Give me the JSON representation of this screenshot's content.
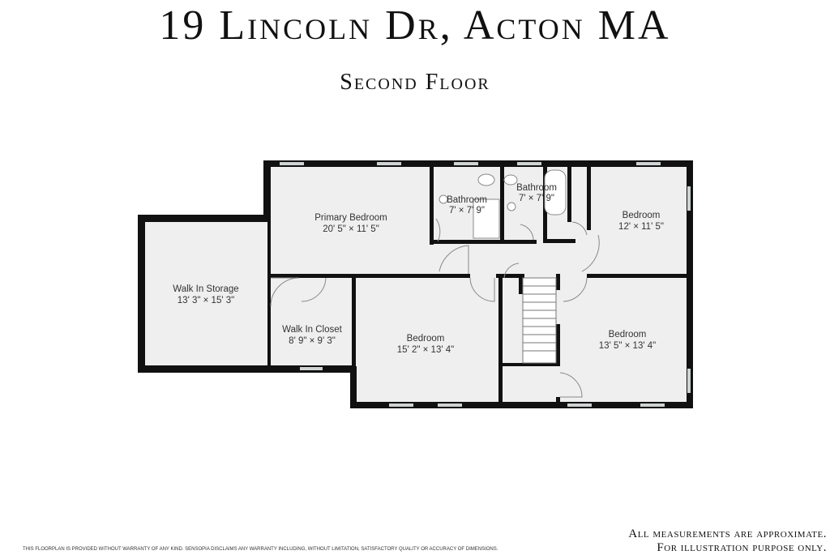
{
  "header": {
    "title": "19 Lincoln Dr, Acton MA",
    "subtitle": "Second Floor"
  },
  "rooms": [
    {
      "name": "Walk In Storage",
      "dims": "13' 3\" × 15' 3\""
    },
    {
      "name": "Primary Bedroom",
      "dims": "20' 5\" × 11' 5\""
    },
    {
      "name": "Walk In Closet",
      "dims": "8' 9\" × 9' 3\""
    },
    {
      "name": "Bedroom",
      "dims": "15' 2\" × 13' 4\""
    },
    {
      "name": "Bathroom",
      "dims": "7' × 7' 9\""
    },
    {
      "name": "Bathroom",
      "dims": "7' × 7' 9\""
    },
    {
      "name": "Bedroom",
      "dims": "12' × 11' 5\""
    },
    {
      "name": "Bedroom",
      "dims": "13' 5\" × 13' 4\""
    }
  ],
  "footer": {
    "disclaimer": "THIS FLOORPLAN IS PROVIDED WITHOUT WARRANTY OF ANY KIND. SENSOPIA DISCLAIMS ANY WARRANTY INCLUDING, WITHOUT LIMITATION, SATISFACTORY QUALITY OR ACCURACY OF DIMENSIONS.",
    "note_line1": "All measurements are approximate.",
    "note_line2": "For illustration purpose only."
  }
}
